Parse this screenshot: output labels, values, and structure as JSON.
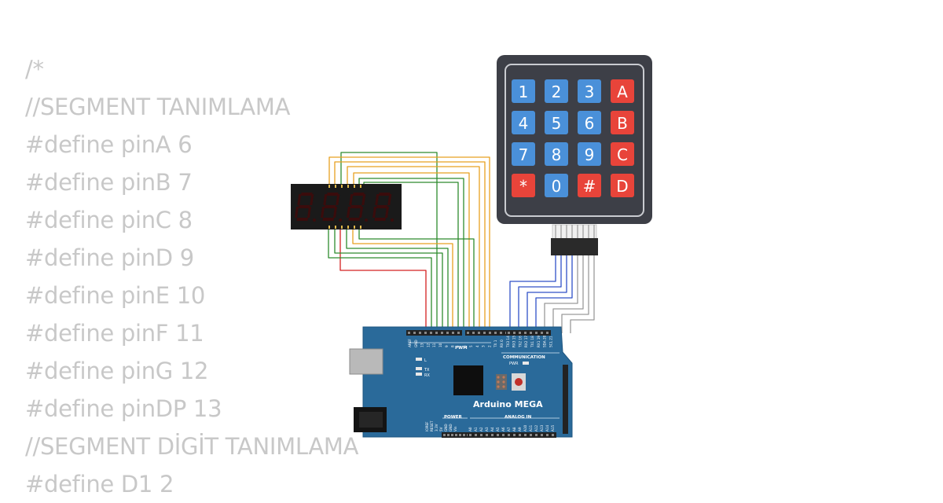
{
  "code_lines": [
    "/*",
    "//SEGMENT TANIMLAMA",
    "#define pinA 6",
    "#define pinB 7",
    "#define pinC 8",
    "#define pinD 9",
    "#define pinE 10",
    "#define pinF 11",
    "#define pinG 12",
    "#define pinDP 13",
    "//SEGMENT DİGİT TANIMLAMA",
    "#define D1 2"
  ],
  "keypad": {
    "keys": [
      [
        "1",
        "2",
        "3",
        "A"
      ],
      [
        "4",
        "5",
        "6",
        "B"
      ],
      [
        "7",
        "8",
        "9",
        "C"
      ],
      [
        "*",
        "0",
        "#",
        "D"
      ]
    ],
    "colors": {
      "body": "#3d3f47",
      "number_key": "#4a90d9",
      "letter_key": "#e8443a"
    }
  },
  "display": {
    "digits": [
      "8.",
      "8.",
      "8.",
      "8."
    ],
    "segment_color": "#3a0c0c"
  },
  "board": {
    "name": "Arduino MEGA",
    "color": "#2a6a9a",
    "labels": {
      "pwm": "PWM",
      "communication": "COMMUNICATION",
      "power": "POWER",
      "analog_in": "ANALOG IN",
      "pwr": "PWR",
      "l": "L",
      "tx": "TX",
      "rx": "RX"
    },
    "top_pins": [
      "AREF",
      "GND",
      "13",
      "12",
      "11",
      "10",
      "9",
      "8",
      "7",
      "6",
      "5",
      "4",
      "3",
      "2",
      "TX 1",
      "RX 0",
      "TX3 14",
      "RX3 15",
      "TX2 16",
      "RX2 17",
      "TX1 18",
      "RX1 19",
      "SDA 20",
      "SCL 21"
    ],
    "power_pins": [
      "IOREF",
      "RESET",
      "3.3V",
      "5V",
      "GND",
      "GND",
      "Vin"
    ],
    "analog_pins": [
      "A0",
      "A1",
      "A2",
      "A3",
      "A4",
      "A5",
      "A6",
      "A7",
      "A8",
      "A9",
      "A10",
      "A11",
      "A12",
      "A13",
      "A14",
      "A15"
    ]
  },
  "wire_colors": {
    "green": "#2e8b2e",
    "orange": "#e8a020",
    "red": "#d42020",
    "blue": "#3050c8",
    "gray": "#9a9a9a"
  }
}
